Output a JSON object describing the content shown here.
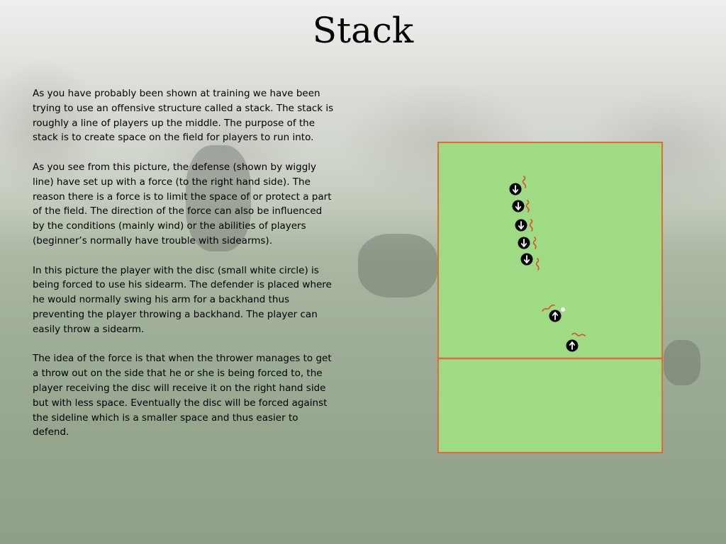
{
  "slide": {
    "title": "Stack",
    "paragraphs": [
      "As you have probably been shown at training we have been trying to use an offensive structure called a stack. The stack is roughly a line of players up the middle. The purpose of the stack is to create space on the field for players to run into.",
      "As you see from this picture, the defense (shown by wiggly line) have set up with a force (to the right hand side). The reason there is a force is to limit the space of or protect a part of the field. The direction of the force can also be influenced by the conditions (mainly wind) or the abilities of players (beginner’s normally have trouble with sidearms).",
      "In this picture the player with the disc (small white circle) is being forced to use his sidearm. The defender is placed where he would normally swing his arm for a backhand thus preventing the player throwing a backhand. The player can easily throw a sidearm.",
      "The idea of the force is that when the thrower manages to get a throw out on the side that he or she is being forced to, the player receiving the disc will receive it on the right hand side but with less space.  Eventually the disc will be forced against the sideline which is a smaller space and thus easier to defend."
    ]
  },
  "diagram": {
    "colors": {
      "field_fill": "#9fdb84",
      "field_border": "#e06a3a",
      "player_fill": "#000000",
      "player_arrow": "#ffffff",
      "defender_line": "#d8502a",
      "disc": "#ffffff"
    },
    "icons": {
      "offense_player": "arrow-circle-icon",
      "defender": "wiggly-line-icon",
      "disc": "disc-icon"
    }
  }
}
